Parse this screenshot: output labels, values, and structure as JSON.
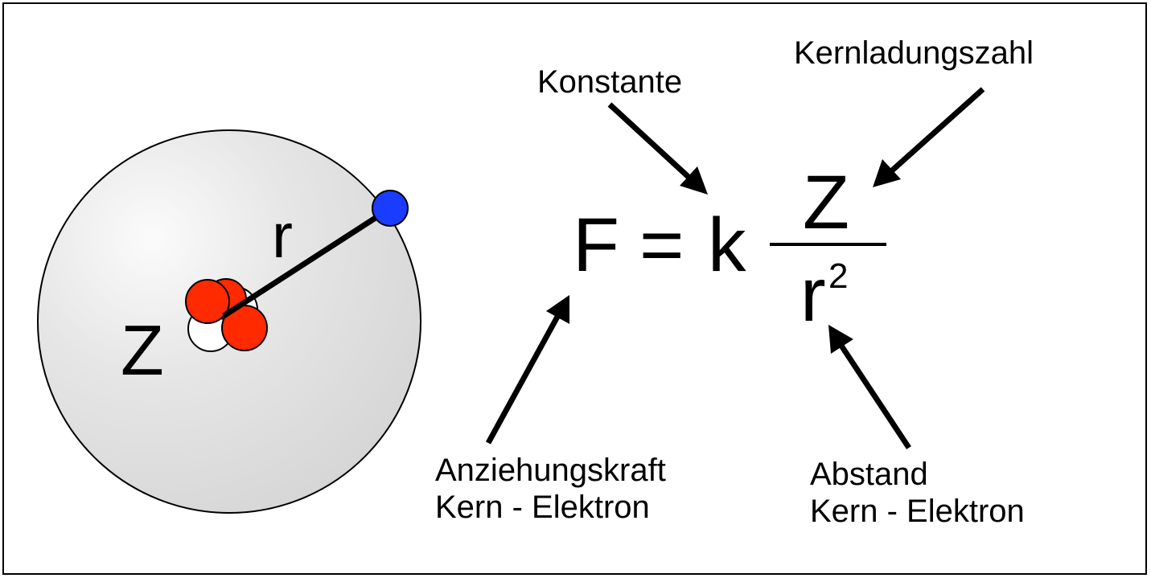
{
  "atom": {
    "nucleus_label": "Z",
    "radius_label": "r"
  },
  "formula": {
    "lhs": "F",
    "equals": "=",
    "constant": "k",
    "numerator": "Z",
    "denominator_base": "r",
    "denominator_exponent": "2"
  },
  "labels": {
    "konstante": "Konstante",
    "kernladungszahl": "Kernladungszahl",
    "anziehungskraft_line1": "Anziehungskraft",
    "anziehungskraft_line2": "Kern - Elektron",
    "abstand_line1": "Abstand",
    "abstand_line2": "Kern - Elektron"
  },
  "colors": {
    "proton": "#ff2a00",
    "electron": "#1a3cff",
    "neutron": "#ffffff",
    "sphere": "#e2e2e2"
  }
}
